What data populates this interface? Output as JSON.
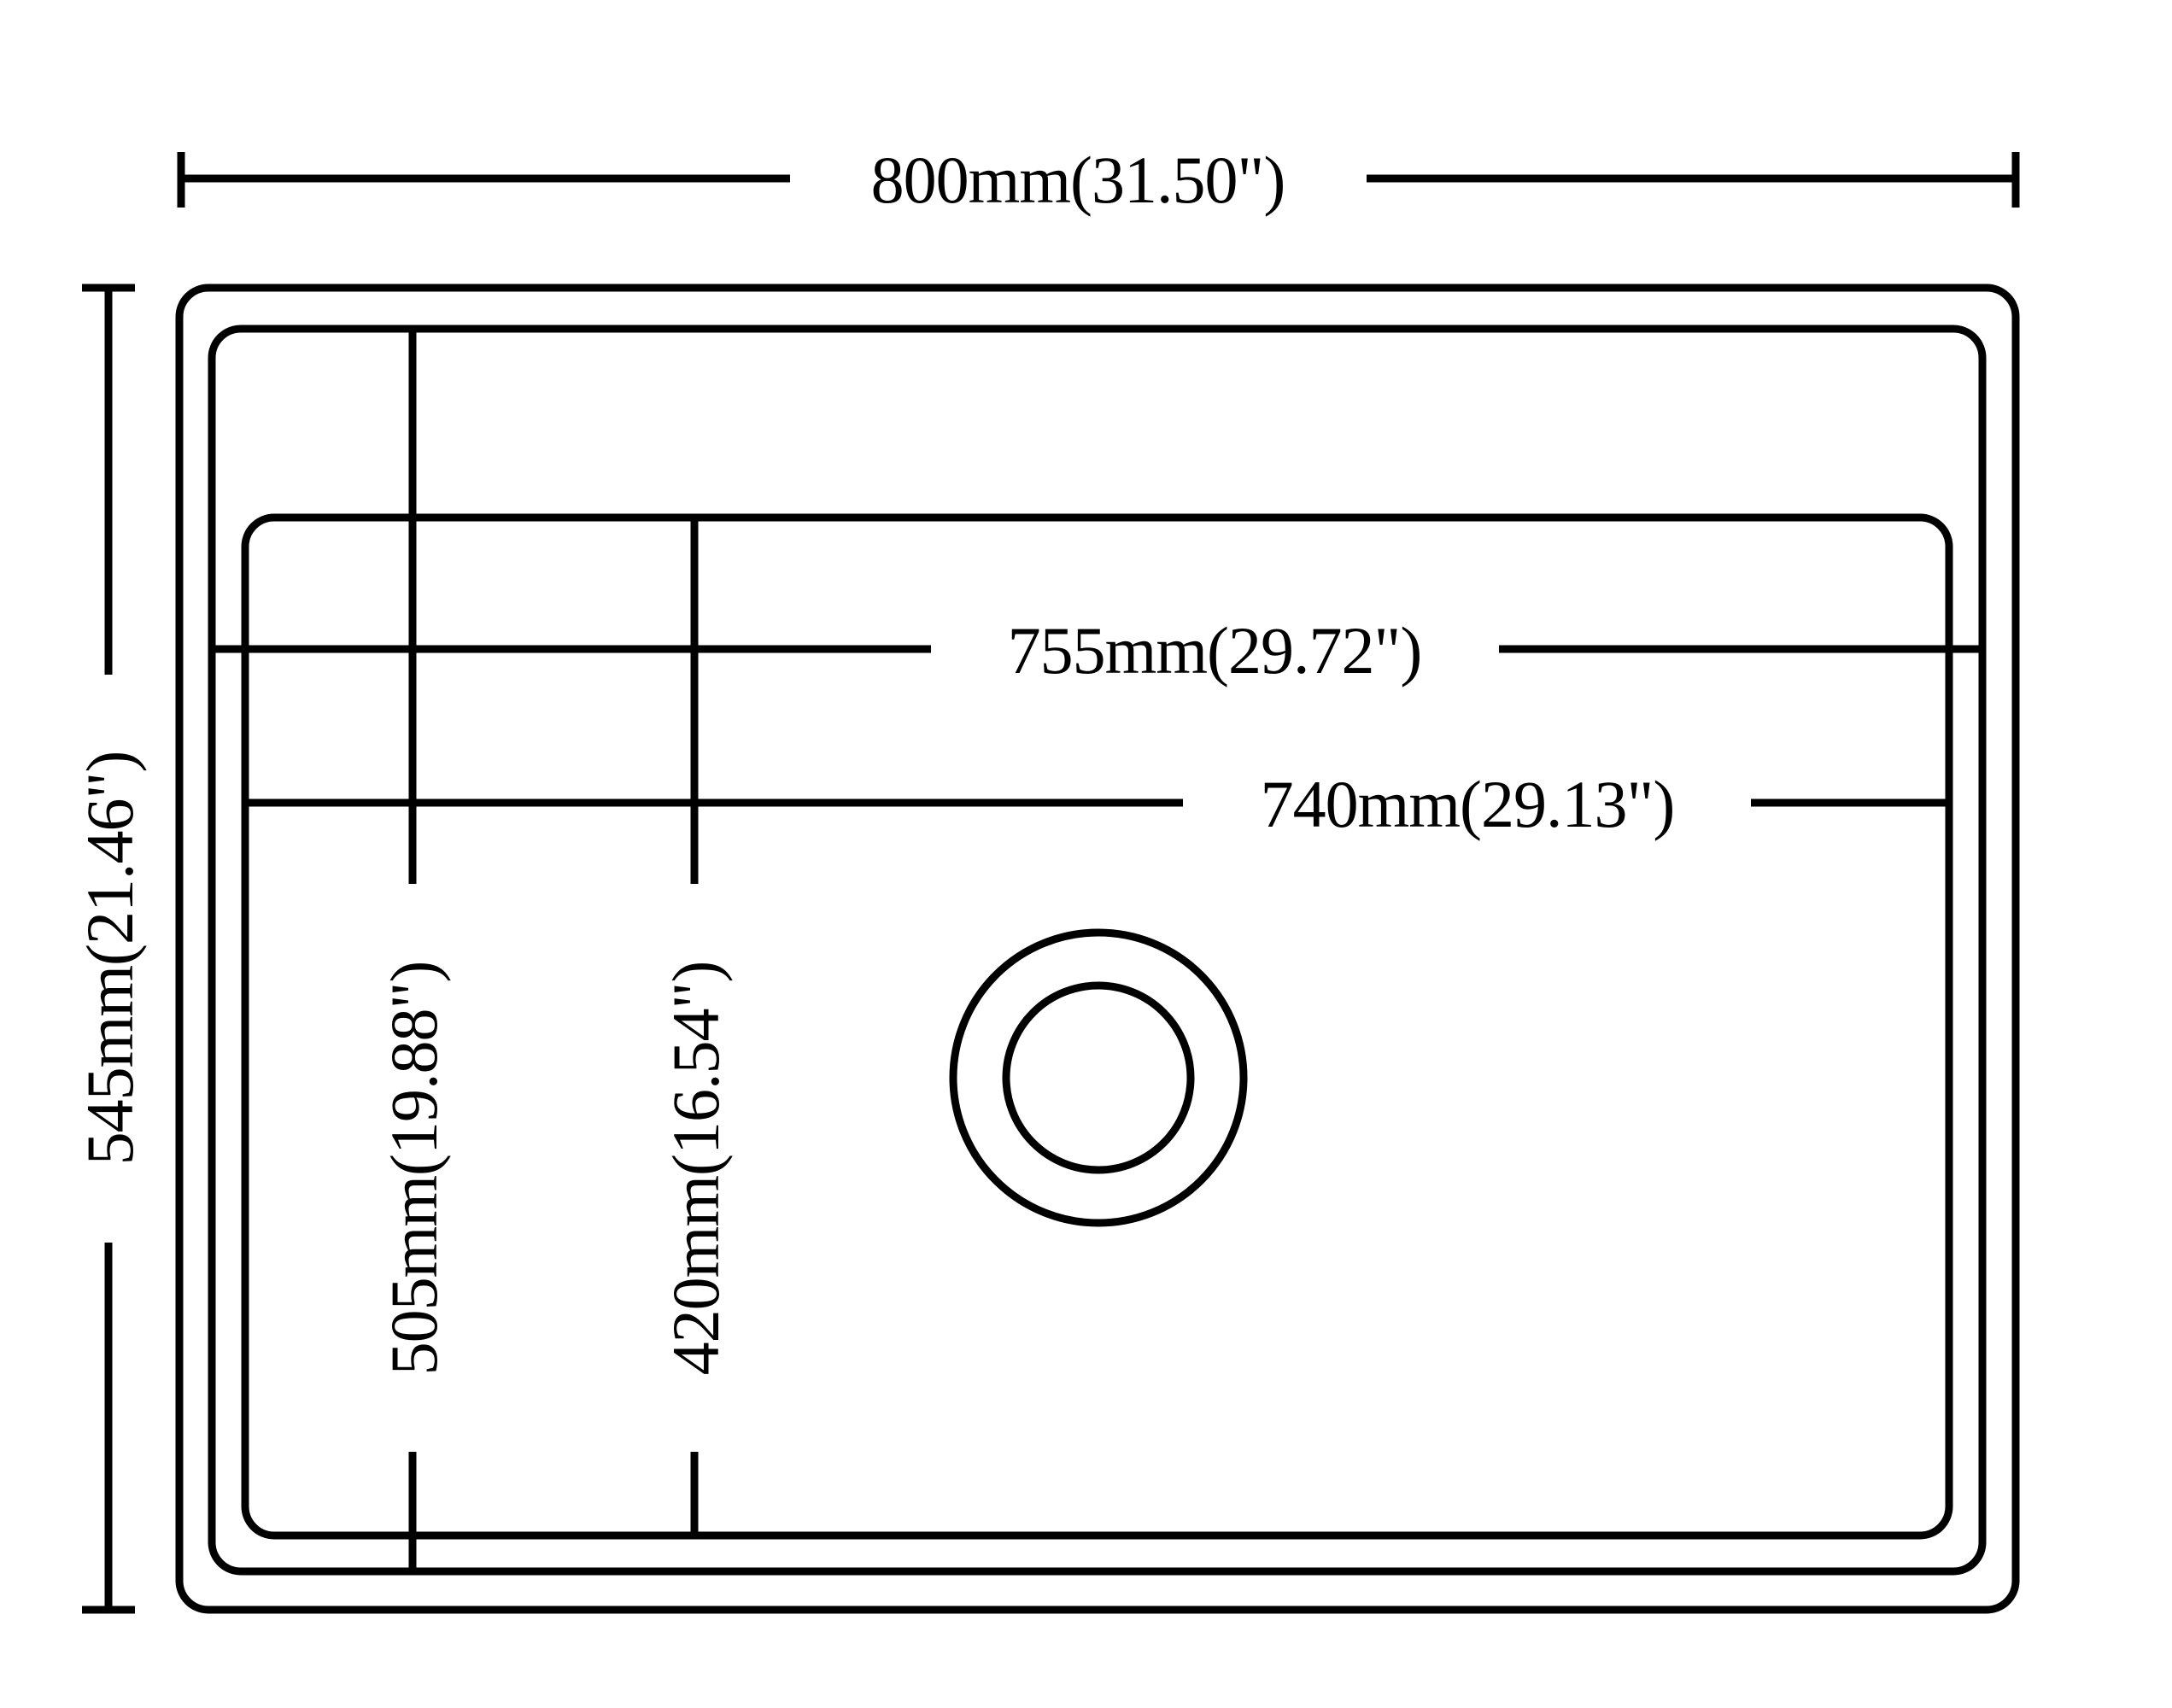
{
  "drawing": {
    "title": "Kitchen sink dimension drawing",
    "line_color": "#000000",
    "background_color": "#ffffff",
    "units_note": "mm with inch equivalent in parentheses"
  },
  "dimensions": {
    "overall_width": {
      "label": "800mm(31.50\")",
      "mm": 800,
      "inch": 31.5,
      "orientation": "horizontal",
      "position": "top"
    },
    "overall_height": {
      "label": "545mm(21.46\")",
      "mm": 545,
      "inch": 21.46,
      "orientation": "vertical",
      "position": "left"
    },
    "cutout_width_outer": {
      "label": "755mm(29.72\")",
      "mm": 755,
      "inch": 29.72,
      "orientation": "horizontal",
      "position": "upper-interior"
    },
    "cutout_width_inner": {
      "label": "740mm(29.13\")",
      "mm": 740,
      "inch": 29.13,
      "orientation": "horizontal",
      "position": "lower-interior"
    },
    "cutout_height_outer": {
      "label": "505mm(19.88\")",
      "mm": 505,
      "inch": 19.88,
      "orientation": "vertical",
      "position": "interior-left"
    },
    "cutout_height_inner": {
      "label": "420mm(16.54\")",
      "mm": 420,
      "inch": 16.54,
      "orientation": "vertical",
      "position": "interior-mid"
    }
  },
  "features": {
    "drain": {
      "name": "drain-hole",
      "rings": 2
    },
    "outlines": [
      {
        "name": "outer-rim",
        "shape": "rounded-rectangle"
      },
      {
        "name": "middle-rim",
        "shape": "rounded-rectangle"
      },
      {
        "name": "basin",
        "shape": "rounded-rectangle"
      }
    ]
  }
}
